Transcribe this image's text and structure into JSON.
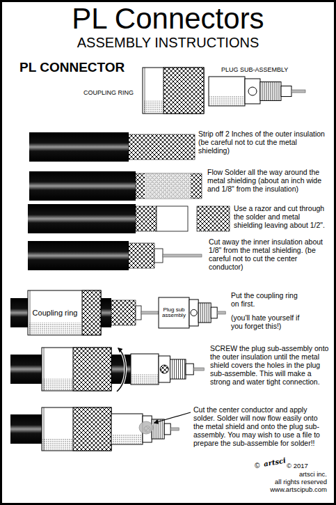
{
  "diagram": {
    "title": "PL Connectors",
    "nodes": [
      {
        "text": [
          "Coupling ring"
        ]
      },
      {
        "text": [
          "Plug sub assembly"
        ]
      }
    ],
    "labels": [
      "ASSEMBLY INSTRUCTIONS",
      "PL CONNECTOR",
      "COUPLING RING",
      "PLUG SUB-ASSEMBLY",
      "Strip off 2 Inches of the outer insulation (be careful not to cut the metal shielding)",
      "Flow Solder all the way around the metal shielding (about an inch wide and 1/8\" from the insulation)",
      "Use a razor and cut through the solder and metal shielding leaving about 1/2\".",
      "Cut away the inner insulation about 1/8\" from the metal shielding. (be careful not to cut the center conductor)",
      "Put the coupling ring on first.",
      "(you'll hate yourself if you forget this!)",
      "SCREW the plug sub-assembly onto the outer insulation until the metal shield covers the holes in the plug sub-assemble. This will make a strong and water tight connection.",
      "Cut the center conductor and apply solder. Solder will now flow easily onto the metal shield and onto the plug sub-assembly. You may wish to use a file to prepare the sub-assemble for solder!!",
      "©",
      "artsci",
      "© 2017",
      "artsci inc.",
      "all rights reserved",
      "www.artscipub.com"
    ]
  }
}
